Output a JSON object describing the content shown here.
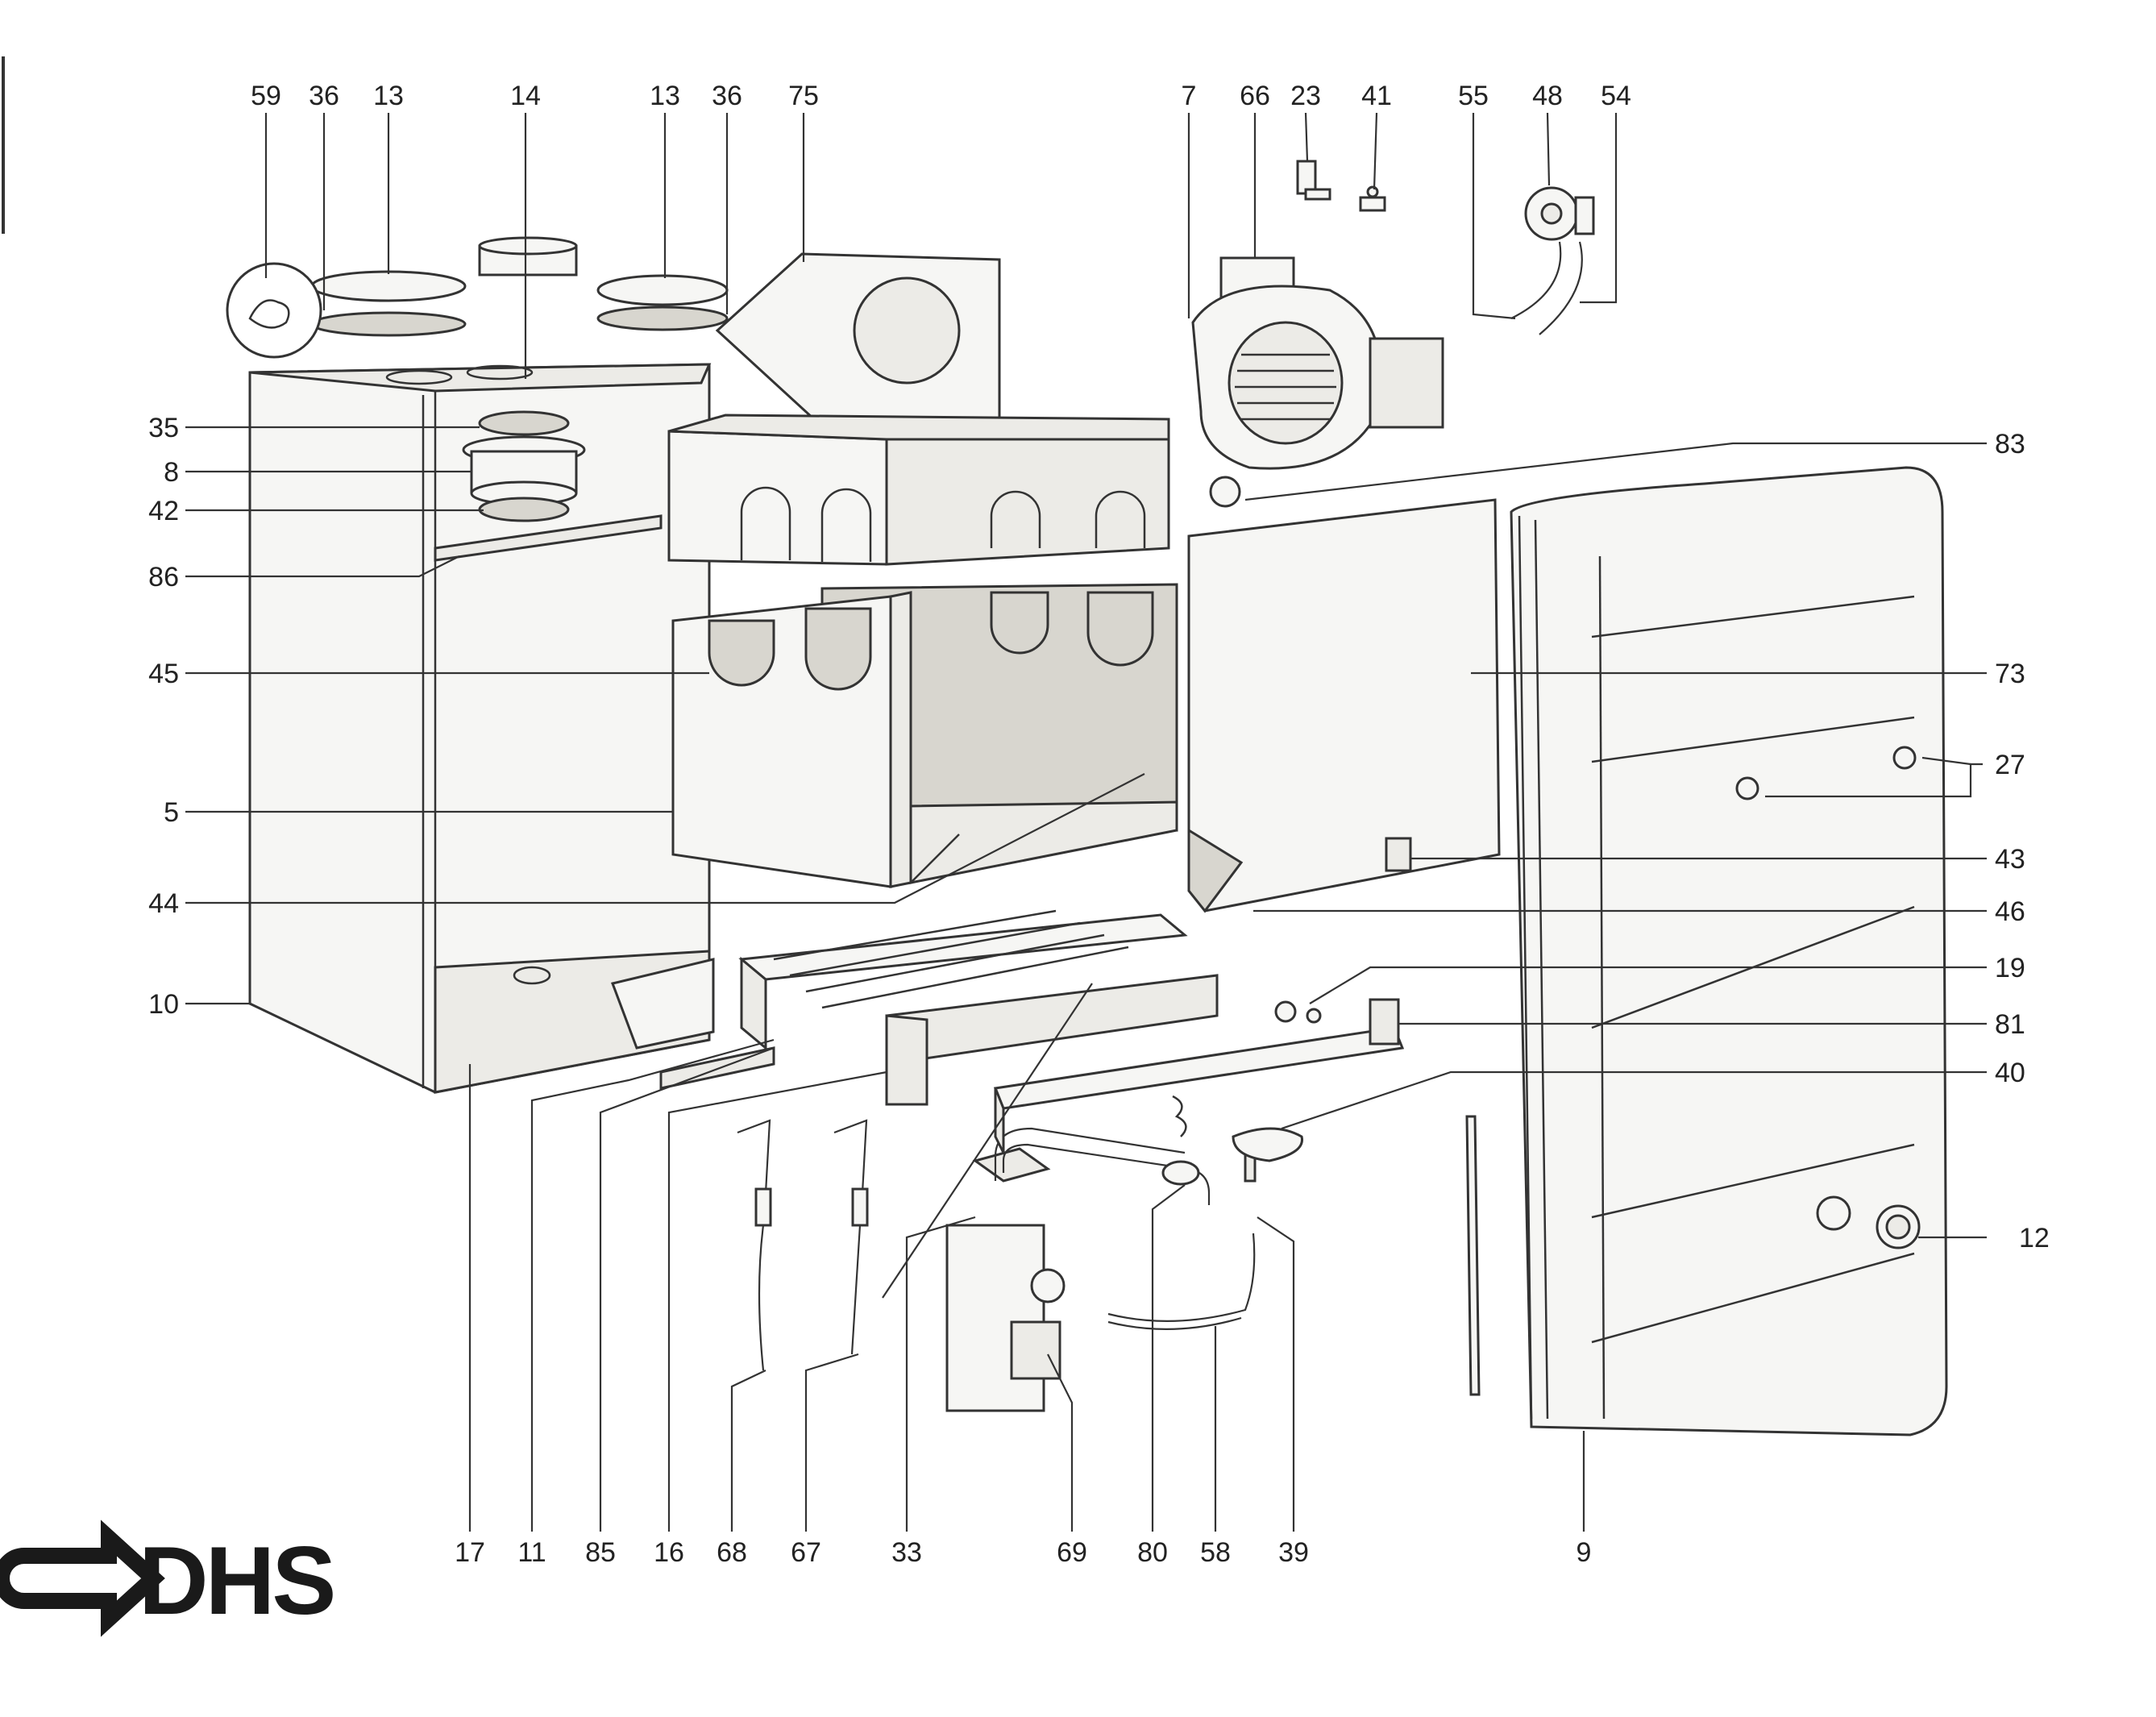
{
  "diagram": {
    "labels_top": [
      "59",
      "36",
      "13",
      "14",
      "13",
      "36",
      "75",
      "7",
      "66",
      "23",
      "41",
      "55",
      "48",
      "54"
    ],
    "labels_left": [
      "35",
      "8",
      "42",
      "86",
      "45",
      "5",
      "44",
      "10"
    ],
    "labels_right": [
      "83",
      "73",
      "27",
      "43",
      "46",
      "19",
      "81",
      "40",
      "12"
    ],
    "labels_bottom": [
      "17",
      "11",
      "85",
      "16",
      "68",
      "67",
      "33",
      "69",
      "80",
      "58",
      "39",
      "9"
    ]
  },
  "logo": {
    "text": "DHS"
  },
  "colors": {
    "ink": "#333333",
    "panel": "#f6f6f4",
    "insulation": "#d8d6cf"
  }
}
